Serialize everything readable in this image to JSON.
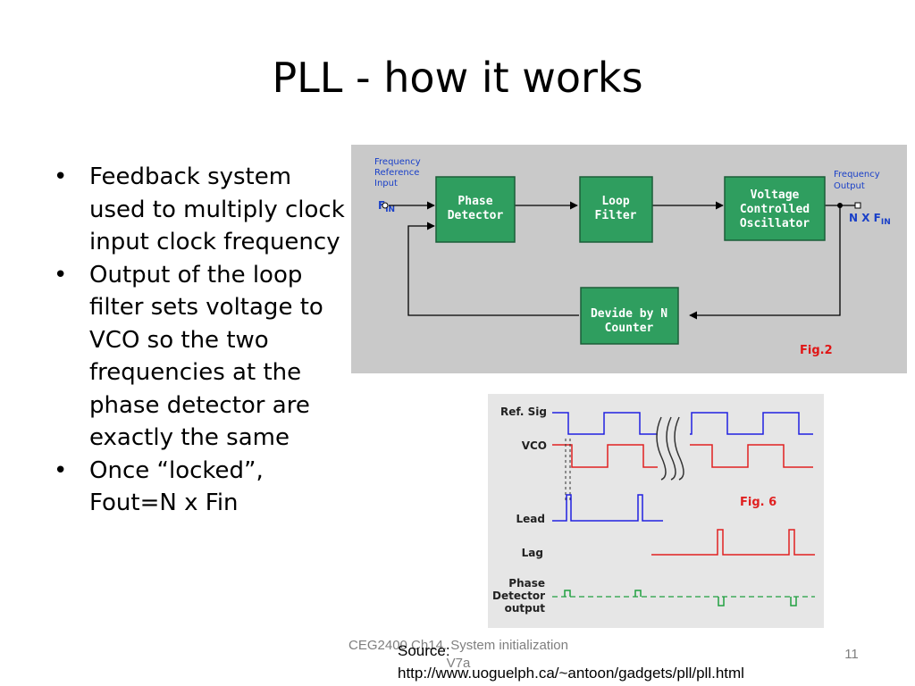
{
  "slide": {
    "title": "PLL - how it works",
    "bullets": [
      {
        "bullet": "•",
        "text": "Feedback system used to multiply clock input clock frequency"
      },
      {
        "bullet": "•",
        "text": "Output of the loop filter sets voltage to VCO so the two frequencies at the phase detector are exactly the same"
      },
      {
        "bullet": "•",
        "text": "Once “locked”, Fout=N x Fin"
      }
    ],
    "footer": {
      "course": "CEG2400 Ch14. System initialization",
      "version": "V7a"
    },
    "page_number": "11",
    "source": {
      "label": "Source:",
      "url": "http://www.uoguelph.ca/~antoon/gadgets/pll/pll.html"
    }
  },
  "fig2": {
    "fig_label": "Fig.2",
    "input_label": [
      "Frequency",
      "Reference",
      "Input"
    ],
    "input_signal": {
      "main": "F",
      "sub": "IN"
    },
    "output_label": [
      "Frequency",
      "Output"
    ],
    "output_signal": {
      "main": "N X F",
      "sub": "IN"
    },
    "blocks": {
      "phase_detector": [
        "Phase",
        "Detector"
      ],
      "loop_filter": [
        "Loop",
        "Filter"
      ],
      "vco": [
        "Voltage",
        "Controlled",
        "Oscillator"
      ],
      "divider": [
        "Devide by N",
        "Counter"
      ]
    },
    "colors": {
      "background": "#c9c9c9",
      "block": "#2f9e5f",
      "wire": "#000000",
      "label_blue": "#1a40c8",
      "fig_red": "#e01515"
    }
  },
  "fig6": {
    "fig_label": "Fig. 6",
    "labels": {
      "ref_sig": "Ref. Sig",
      "vco": "VCO",
      "lead": "Lead",
      "lag": "Lag",
      "pd_output": [
        "Phase",
        "Detector",
        "output"
      ]
    },
    "colors": {
      "blue": "#2020e0",
      "red": "#e02020",
      "green": "#20a040",
      "background": "#e6e6e6"
    }
  }
}
